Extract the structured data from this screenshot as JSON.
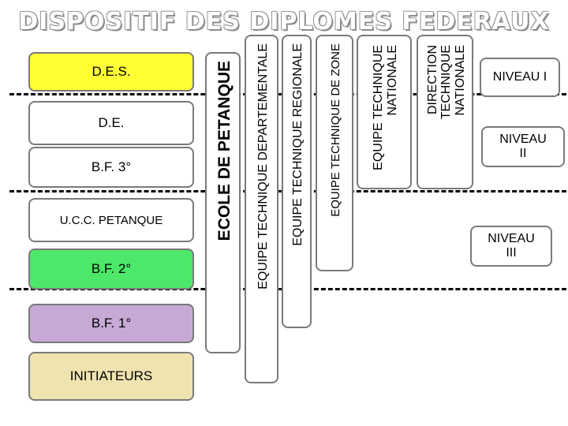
{
  "title": "DISPOSITIF DES DIPLOMES FEDERAUX",
  "diplomas": [
    {
      "label": "D.E.S.",
      "color": "#ffff33"
    },
    {
      "label": "D.E.",
      "color": "#ffffff"
    },
    {
      "label": "B.F. 3°",
      "color": "#ffffff"
    },
    {
      "label": "U.C.C. PETANQUE",
      "color": "#ffffff"
    },
    {
      "label": "B.F. 2°",
      "color": "#4de86a"
    },
    {
      "label": "B.F. 1°",
      "color": "#c7a9d6"
    },
    {
      "label": "INITIATEURS",
      "color": "#efe4b0"
    }
  ],
  "structures": [
    {
      "label": "ECOLE DE PETANQUE"
    },
    {
      "label": "EQUIPE TECHNIQUE DEPARTEMENTALE"
    },
    {
      "label": "EQUIPE TECHNIQUE REGIONALE"
    },
    {
      "label": "EQUIPE TECHNIQUE DE ZONE"
    },
    {
      "label": "EQUIPE TECHNIQUE NATIONALE"
    },
    {
      "label": "DIRECTION TECHNIQUE NATIONALE"
    }
  ],
  "levels": [
    {
      "label": "NIVEAU I"
    },
    {
      "label": "NIVEAU\nII"
    },
    {
      "label": "NIVEAU\nIII"
    }
  ]
}
